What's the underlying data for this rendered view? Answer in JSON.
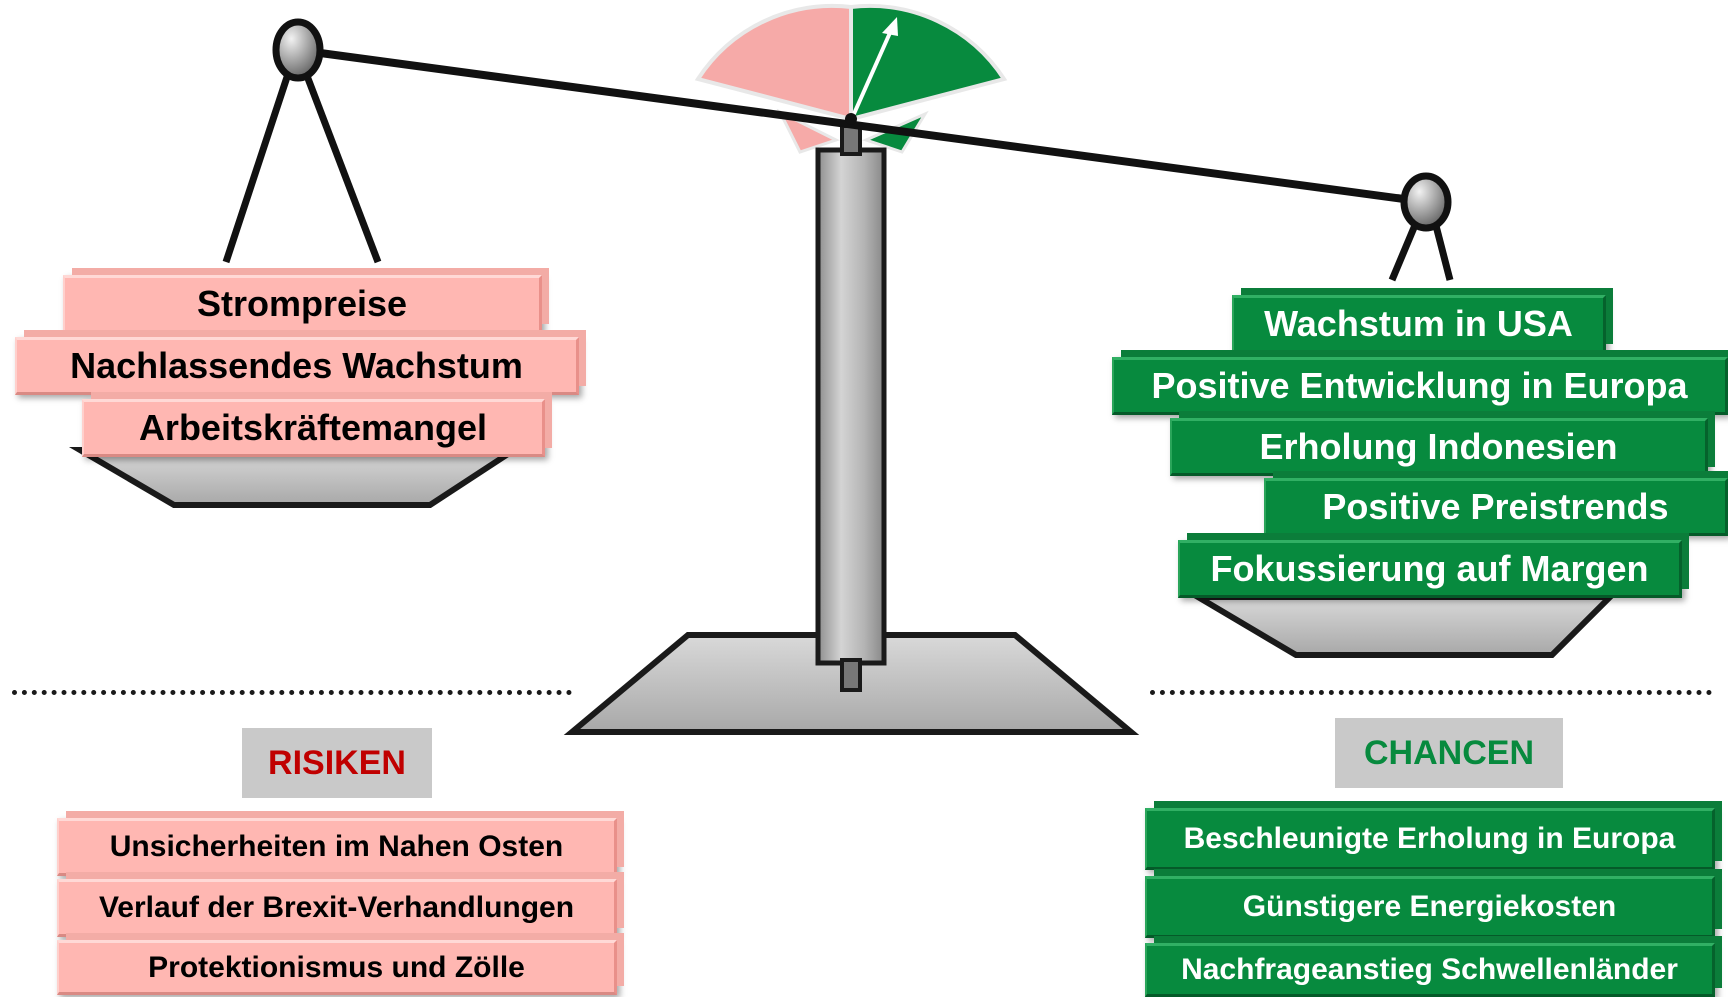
{
  "left_pan": {
    "items": [
      "Strompreise",
      "Nachlassendes Wachstum",
      "Arbeitskräftemangel"
    ]
  },
  "right_pan": {
    "items": [
      "Wachstum in USA",
      "Positive Entwicklung in Europa",
      "Erholung Indonesien",
      "Positive Preistrends",
      "Fokussierung auf Margen"
    ]
  },
  "risks": {
    "label": "RISIKEN",
    "label_color": "#c00000",
    "items": [
      "Unsicherheiten im Nahen Osten",
      "Verlauf der Brexit-Verhandlungen",
      "Protektionismus und Zölle"
    ]
  },
  "opportunities": {
    "label": "CHANCEN",
    "label_color": "#078a3e",
    "items": [
      "Beschleunigte Erholung in Europa",
      "Günstigere Energiekosten",
      "Nachfrageanstieg Schwellenländer"
    ]
  },
  "colors": {
    "negative": "#ffb7b2",
    "positive": "#078a3e",
    "gauge_negative": "#f6aaa8",
    "gauge_positive": "#078a3e"
  }
}
